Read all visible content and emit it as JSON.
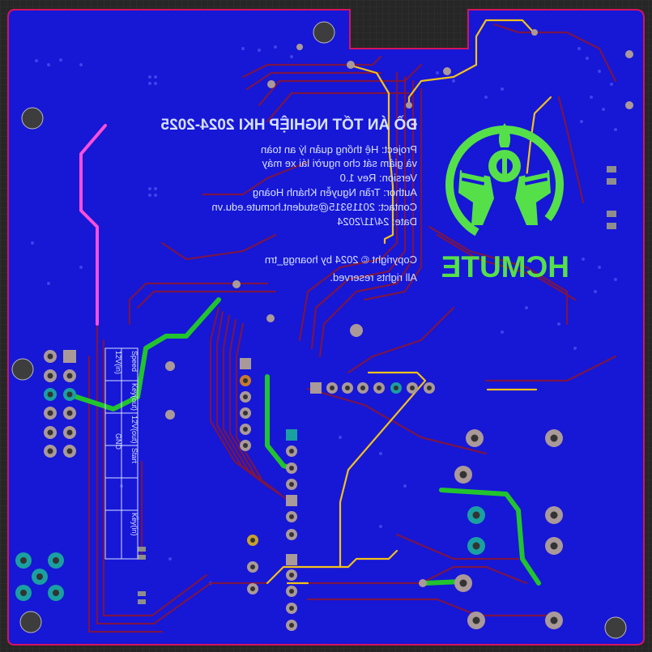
{
  "board": {
    "title": "ĐỒ ÁN TỐT NGHIỆP HKI 2024-2025",
    "lines": [
      "Project: Hệ thống quản lý an toàn",
      "và giám sát cho người lái xe máy",
      "Version: Rev 1.0",
      "Author: Trần Nguyễn Khánh Hoàng",
      "Contact: 20119315@student.hcmute.edu.vn",
      "Date: 24/11/2024"
    ],
    "copyright": "Copyright © 2024 by hoangg_trn",
    "rights": "All rights reserved.",
    "logo_text": "HCMUTE",
    "connector_labels": [
      "Speed",
      "12V(in)",
      "Key(out)",
      "12V(out)",
      "GND",
      "Start",
      "Key(in)"
    ],
    "colors": {
      "substrate": "#1414d8",
      "copper_fill": "#2424ee",
      "trace_dark": "#7a1548",
      "trace_yellow": "#f2c21a",
      "trace_green": "#22c42e",
      "trace_pink": "#ff4fd8",
      "logo_green": "#55e04a",
      "pad": "#a89a9a",
      "outline": "#d3145d"
    }
  }
}
